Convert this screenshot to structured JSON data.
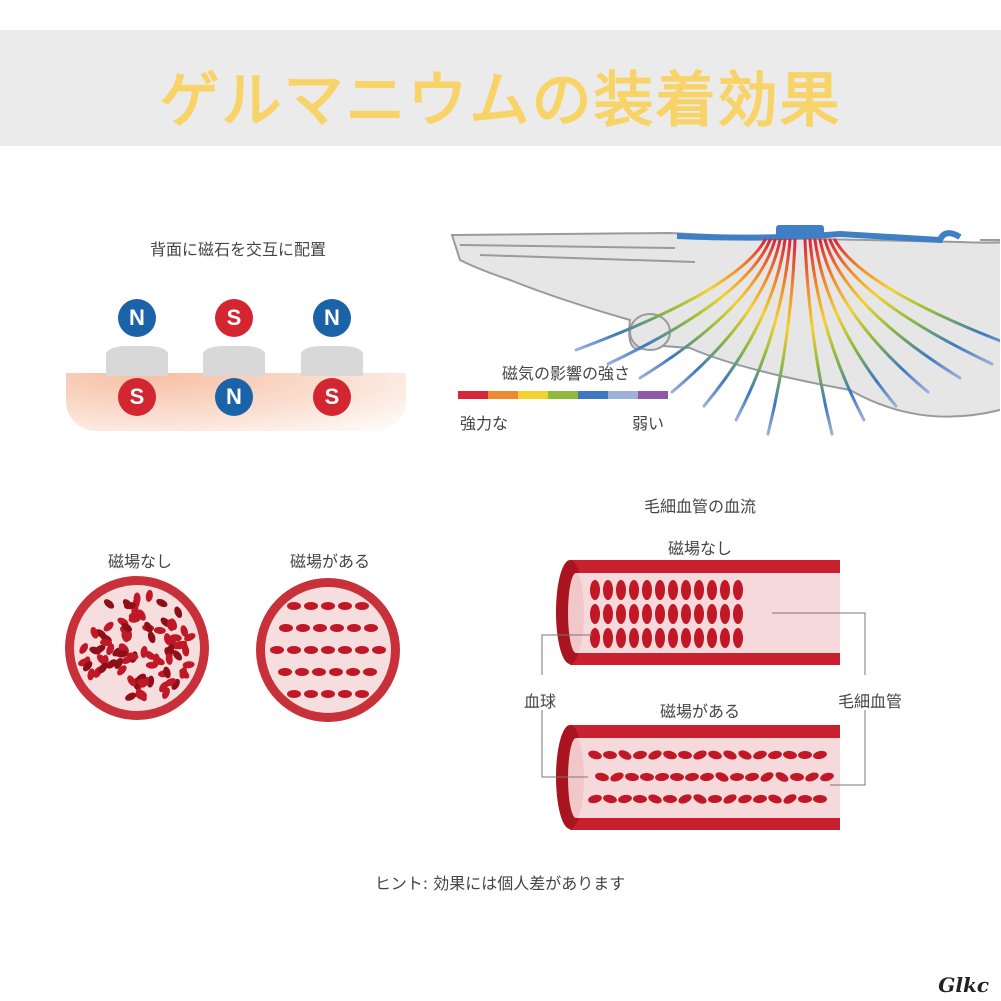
{
  "title": "ゲルマニウムの装着効果",
  "magnets": {
    "caption": "背面に磁石を交互に配置",
    "top_row": [
      "N",
      "S",
      "N"
    ],
    "bottom_row": [
      "S",
      "N",
      "S"
    ]
  },
  "hand_diagram": {
    "legend_title": "磁気の影響の強さ",
    "legend_colors": [
      "#d8253a",
      "#ee8a2e",
      "#f5d130",
      "#8fba3c",
      "#3c78c0",
      "#9fb0d8",
      "#8e5aa8"
    ],
    "strong_label": "強力な",
    "weak_label": "弱い"
  },
  "cross_section": {
    "no_field_label": "磁場なし",
    "field_label": "磁場がある"
  },
  "capillary": {
    "title": "毛細血管の血流",
    "no_field_label": "磁場なし",
    "field_label": "磁場がある",
    "blood_cell_label": "血球",
    "capillary_label": "毛細血管"
  },
  "hint": "ヒント: 効果には個人差があります",
  "signature": "Glkc"
}
